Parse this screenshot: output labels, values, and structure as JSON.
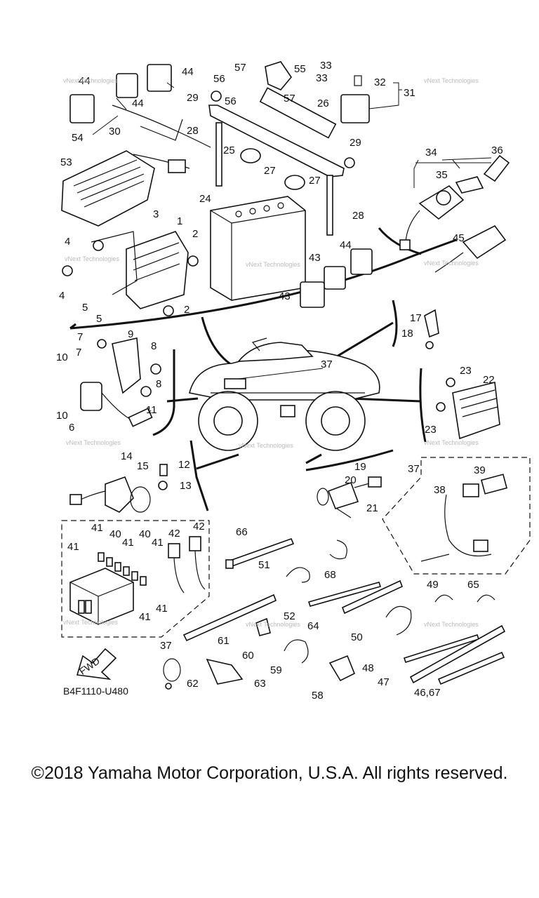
{
  "diagram": {
    "code": "B4F1110-U480",
    "fwd_label": "FWD",
    "watermark": "vNext Technologies",
    "callouts": [
      "1",
      "2",
      "3",
      "4",
      "5",
      "6",
      "7",
      "8",
      "9",
      "10",
      "11",
      "12",
      "13",
      "14",
      "15",
      "17",
      "18",
      "19",
      "20",
      "21",
      "22",
      "23",
      "24",
      "25",
      "26",
      "27",
      "28",
      "29",
      "30",
      "31",
      "32",
      "33",
      "34",
      "35",
      "36",
      "37",
      "38",
      "39",
      "40",
      "41",
      "42",
      "43",
      "44",
      "45",
      "46,67",
      "47",
      "48",
      "49",
      "50",
      "51",
      "52",
      "53",
      "54",
      "55",
      "56",
      "57",
      "58",
      "59",
      "60",
      "61",
      "62",
      "63",
      "64",
      "65",
      "66",
      "68"
    ]
  },
  "footer": {
    "copyright": "©2018 Yamaha Motor Corporation, U.S.A. All rights reserved."
  }
}
